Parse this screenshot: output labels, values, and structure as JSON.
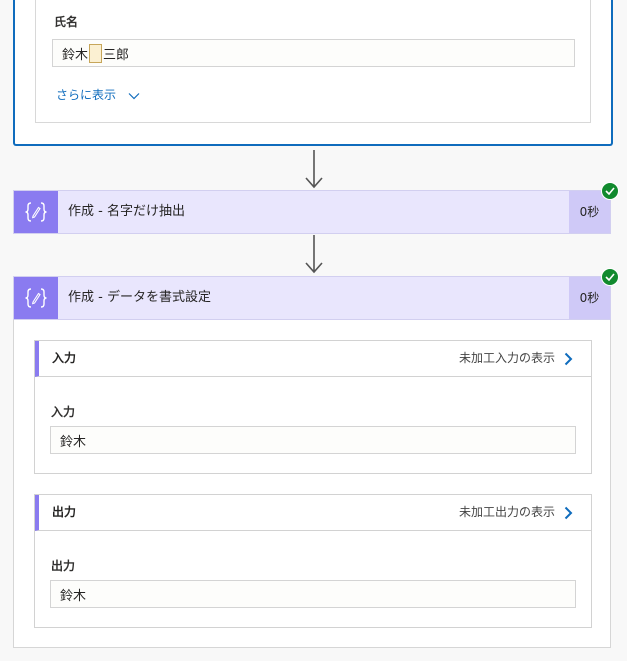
{
  "top_card": {
    "field_label": "氏名",
    "value_before": "鈴木",
    "value_after": "三郎",
    "more_link": "さらに表示"
  },
  "actions": [
    {
      "title": "作成 - 名字だけ抽出",
      "duration": "0秒",
      "status": "succeeded",
      "icon": "curly-braces-pencil-icon"
    },
    {
      "title": "作成 - データを書式設定",
      "duration": "0秒",
      "status": "succeeded",
      "icon": "curly-braces-pencil-icon",
      "inputs": {
        "header": "入力",
        "raw_link": "未加工入力の表示",
        "field_label": "入力",
        "value": "鈴木"
      },
      "outputs": {
        "header": "出力",
        "raw_link": "未加工出力の表示",
        "field_label": "出力",
        "value": "鈴木"
      }
    }
  ],
  "colors": {
    "accent_blue": "#0f6cbd",
    "action_purple": "#8a7bf0",
    "action_header_bg": "#e9e6fd",
    "success_green": "#118a2e"
  }
}
